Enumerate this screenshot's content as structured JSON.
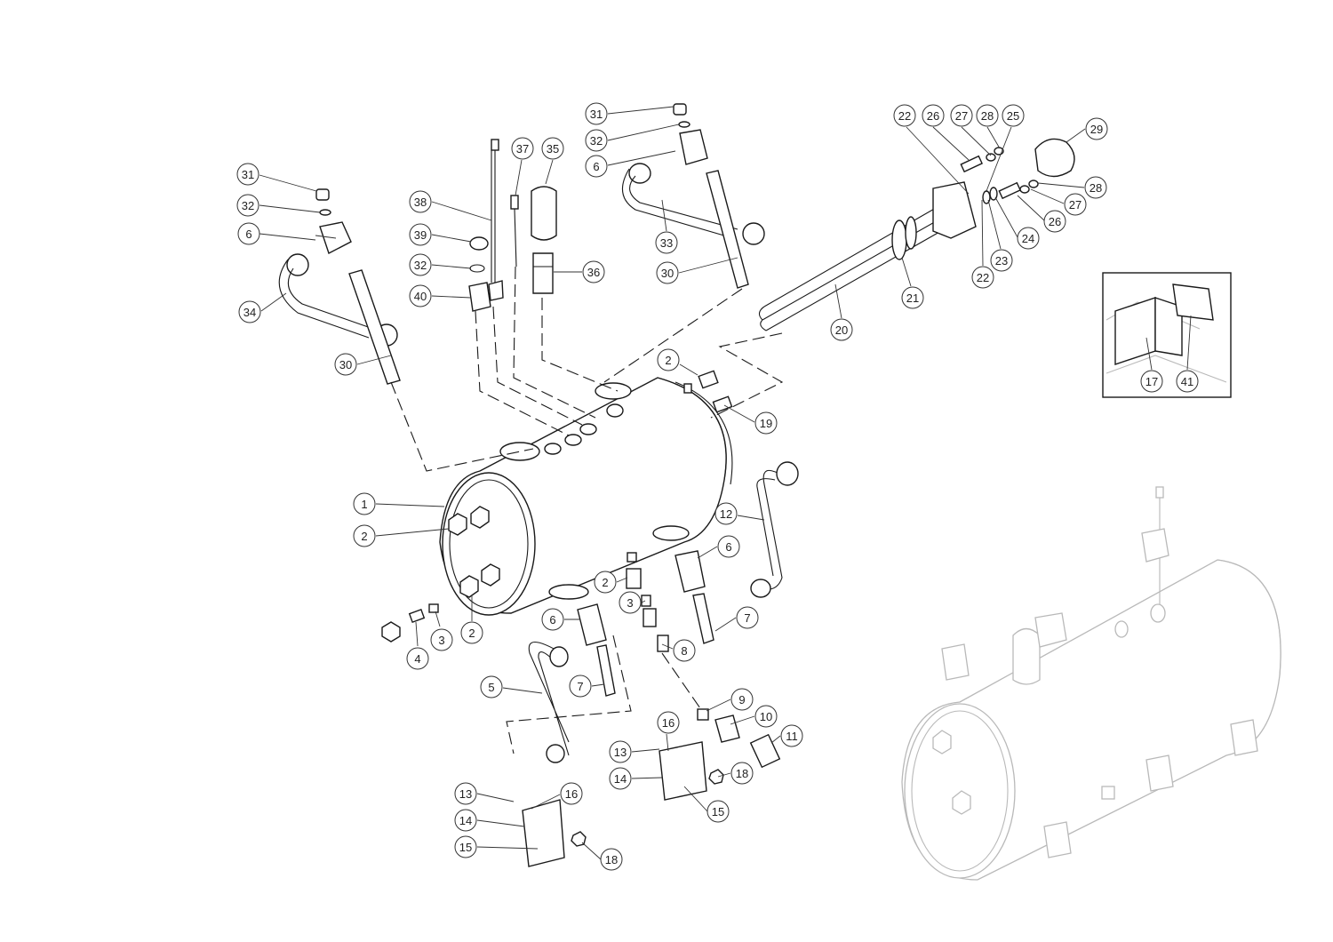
{
  "callouts": [
    {
      "id": "c1",
      "label": "1"
    },
    {
      "id": "c2a",
      "label": "2"
    },
    {
      "id": "c2b",
      "label": "2"
    },
    {
      "id": "c2c",
      "label": "2"
    },
    {
      "id": "c2d",
      "label": "2"
    },
    {
      "id": "c3a",
      "label": "3"
    },
    {
      "id": "c3b",
      "label": "3"
    },
    {
      "id": "c4",
      "label": "4"
    },
    {
      "id": "c5",
      "label": "5"
    },
    {
      "id": "c6a",
      "label": "6"
    },
    {
      "id": "c6b",
      "label": "6"
    },
    {
      "id": "c6c",
      "label": "6"
    },
    {
      "id": "c6d",
      "label": "6"
    },
    {
      "id": "c7a",
      "label": "7"
    },
    {
      "id": "c7b",
      "label": "7"
    },
    {
      "id": "c8",
      "label": "8"
    },
    {
      "id": "c9",
      "label": "9"
    },
    {
      "id": "c10",
      "label": "10"
    },
    {
      "id": "c11",
      "label": "11"
    },
    {
      "id": "c12",
      "label": "12"
    },
    {
      "id": "c13a",
      "label": "13"
    },
    {
      "id": "c13b",
      "label": "13"
    },
    {
      "id": "c14a",
      "label": "14"
    },
    {
      "id": "c14b",
      "label": "14"
    },
    {
      "id": "c15a",
      "label": "15"
    },
    {
      "id": "c15b",
      "label": "15"
    },
    {
      "id": "c16a",
      "label": "16"
    },
    {
      "id": "c16b",
      "label": "16"
    },
    {
      "id": "c17",
      "label": "17"
    },
    {
      "id": "c18a",
      "label": "18"
    },
    {
      "id": "c18b",
      "label": "18"
    },
    {
      "id": "c19",
      "label": "19"
    },
    {
      "id": "c20",
      "label": "20"
    },
    {
      "id": "c21",
      "label": "21"
    },
    {
      "id": "c22a",
      "label": "22"
    },
    {
      "id": "c22b",
      "label": "22"
    },
    {
      "id": "c23",
      "label": "23"
    },
    {
      "id": "c24",
      "label": "24"
    },
    {
      "id": "c25",
      "label": "25"
    },
    {
      "id": "c26a",
      "label": "26"
    },
    {
      "id": "c26b",
      "label": "26"
    },
    {
      "id": "c27a",
      "label": "27"
    },
    {
      "id": "c27b",
      "label": "27"
    },
    {
      "id": "c28a",
      "label": "28"
    },
    {
      "id": "c28b",
      "label": "28"
    },
    {
      "id": "c29",
      "label": "29"
    },
    {
      "id": "c30a",
      "label": "30"
    },
    {
      "id": "c30b",
      "label": "30"
    },
    {
      "id": "c31a",
      "label": "31"
    },
    {
      "id": "c31b",
      "label": "31"
    },
    {
      "id": "c32a",
      "label": "32"
    },
    {
      "id": "c32b",
      "label": "32"
    },
    {
      "id": "c32c",
      "label": "32"
    },
    {
      "id": "c33",
      "label": "33"
    },
    {
      "id": "c34",
      "label": "34"
    },
    {
      "id": "c35",
      "label": "35"
    },
    {
      "id": "c36",
      "label": "36"
    },
    {
      "id": "c37",
      "label": "37"
    },
    {
      "id": "c38",
      "label": "38"
    },
    {
      "id": "c39",
      "label": "39"
    },
    {
      "id": "c40",
      "label": "40"
    },
    {
      "id": "c41",
      "label": "41"
    }
  ]
}
